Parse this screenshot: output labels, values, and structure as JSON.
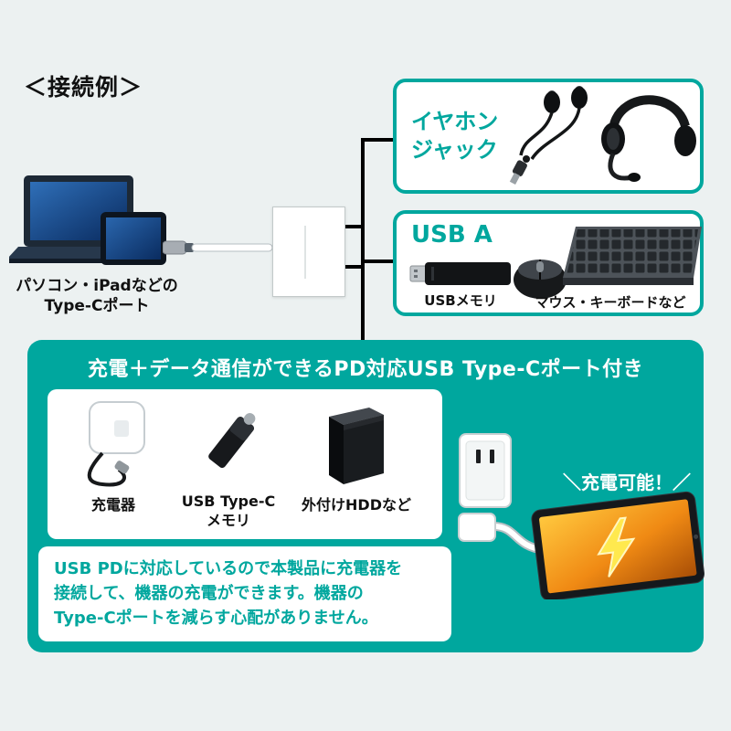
{
  "colors": {
    "accent": "#00a79e",
    "background": "#ecf1f1"
  },
  "heading": "＜接続例＞",
  "source_device": {
    "line1": "パソコン・iPadなどの",
    "line2": "Type-Cポート"
  },
  "earphone_box": {
    "line1": "イヤホン",
    "line2": "ジャック"
  },
  "usb_a_box": {
    "title": "USB A",
    "usb_memory_label": "USBメモリ",
    "peripherals_label": "マウス・キーボードなど"
  },
  "pd_section": {
    "title": "充電＋データ通信ができるPD対応USB Type-Cポート付き",
    "charger_label": "充電器",
    "typec_memory_label1": "USB Type-C",
    "typec_memory_label2": "メモリ",
    "hdd_label": "外付けHDDなど",
    "charge_possible": "＼充電可能！／",
    "desc_line1": "USB PDに対応しているので本製品に充電器を",
    "desc_line2": "接続して、機器の充電ができます。機器の",
    "desc_line3": "Type-Cポートを減らす心配がありません。"
  },
  "illustrations": [
    "laptop-and-tablet",
    "usb-c-cable",
    "usb-c-adapter",
    "earphones",
    "headset",
    "usb-memory-stick",
    "mouse",
    "keyboard",
    "ac-charger",
    "usb-type-c-memory",
    "external-hdd",
    "wall-outlet",
    "charging-cable",
    "charging-tablet",
    "lightning-bolt"
  ]
}
